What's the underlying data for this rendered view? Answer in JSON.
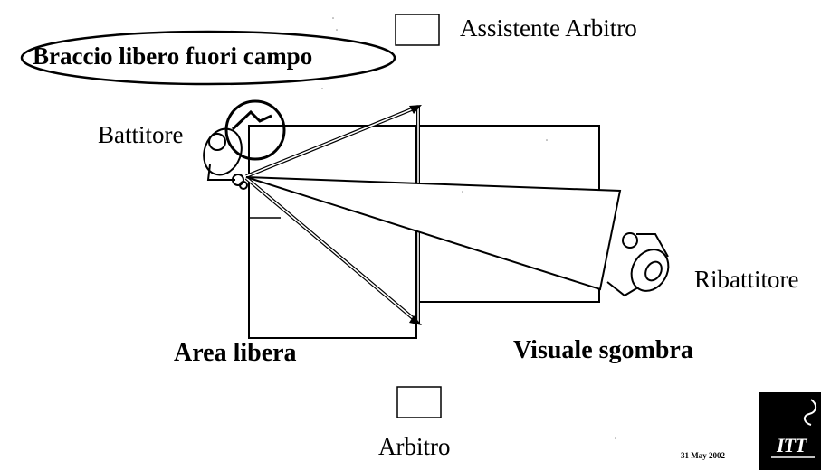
{
  "title": "Braccio libero fuori campo",
  "labels": {
    "assistant_referee": "Assistente Arbitro",
    "batter": "Battitore",
    "hitter": "Ribattitore",
    "free_area": "Area libera",
    "clear_view": "Visuale sgombra",
    "referee": "Arbitro"
  },
  "footer": {
    "date": "31 May 2002",
    "logo": "ITT"
  },
  "colors": {
    "ink": "#000000",
    "background": "#ffffff",
    "logo_background": "#000000"
  }
}
